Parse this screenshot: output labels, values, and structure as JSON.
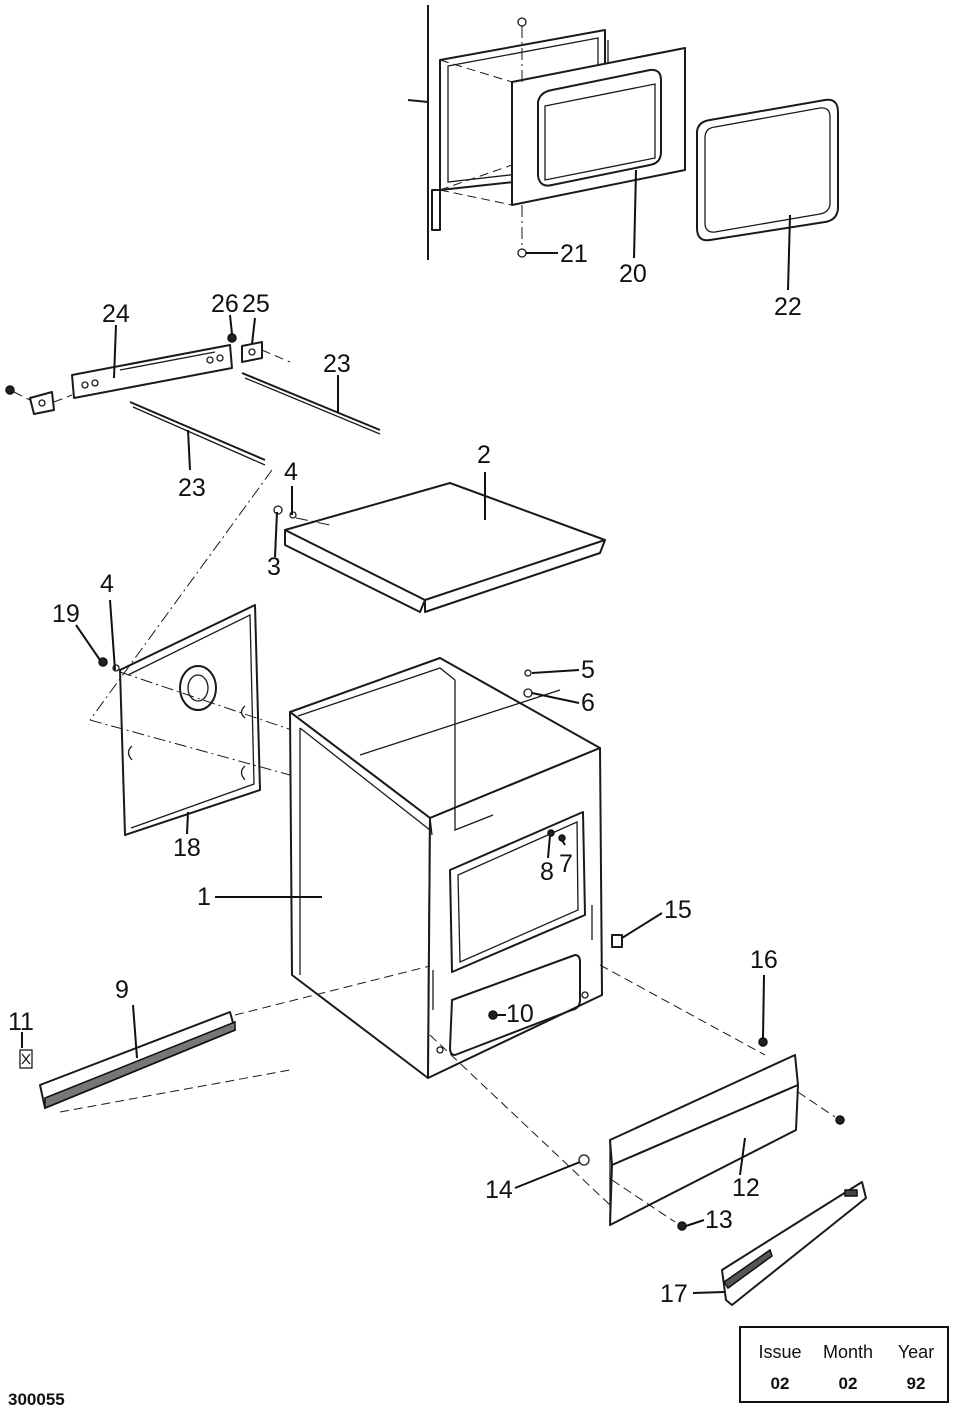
{
  "callouts": [
    "1",
    "2",
    "3",
    "4",
    "4",
    "5",
    "6",
    "7",
    "8",
    "9",
    "10",
    "11",
    "12",
    "13",
    "14",
    "15",
    "16",
    "17",
    "18",
    "19",
    "20",
    "21",
    "22",
    "23",
    "23",
    "24",
    "25",
    "26"
  ],
  "document_id": "300055",
  "issue_table": {
    "headers": [
      "Issue",
      "Month",
      "Year"
    ],
    "values": [
      "02",
      "02",
      "92"
    ]
  }
}
